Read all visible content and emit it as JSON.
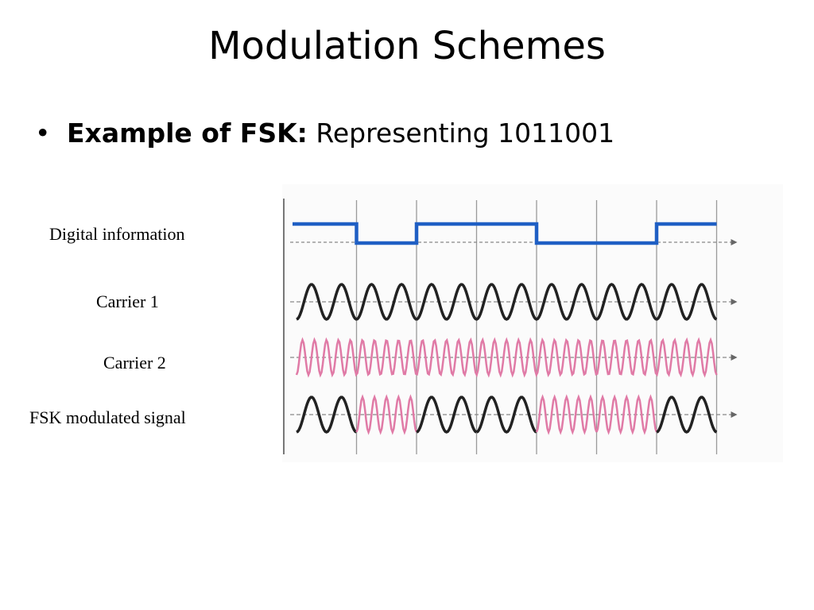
{
  "slide": {
    "title": "Modulation Schemes",
    "bullet": {
      "marker": "•",
      "label": "Example of FSK:",
      "text": " Representing 1011001"
    }
  },
  "diagram": {
    "bits": [
      1,
      0,
      1,
      1,
      0,
      0,
      1
    ],
    "carrier1_cycles_per_bit": 2,
    "carrier2_cycles_per_bit": 5,
    "rows": [
      {
        "label": "Digital information",
        "kind": "digital"
      },
      {
        "label": "Carrier 1",
        "kind": "carrier1"
      },
      {
        "label": "Carrier 2",
        "kind": "carrier2"
      },
      {
        "label": "FSK modulated signal",
        "kind": "fsk"
      }
    ],
    "colors": {
      "digital": "#1f5fc4",
      "carrier1": "#222222",
      "carrier2": "#e07aa6",
      "axis": "#888888",
      "grid": "#9a9a9a"
    }
  }
}
